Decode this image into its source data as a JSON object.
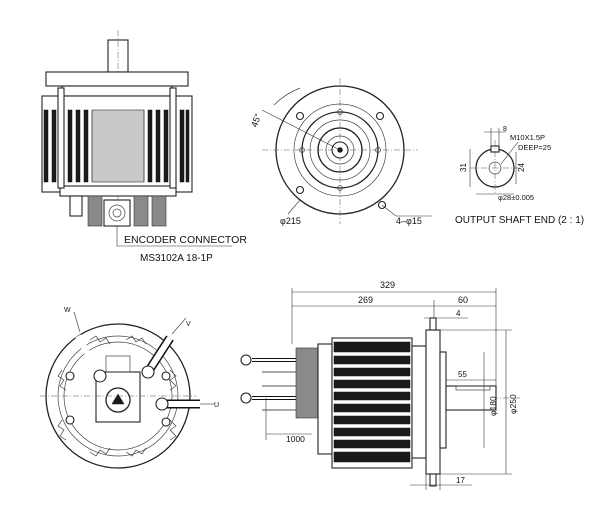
{
  "labels": {
    "encoder_connector": "ENCODER CONNECTOR",
    "connector_model": "MS3102A 18-1P",
    "output_shaft_end": "OUTPUT SHAFT END (2 : 1)",
    "thread": "M10X1.5P",
    "deep": "DEEP=25",
    "shaft_dia": "φ28±0.005",
    "key_width": "8",
    "shaft_height": "31",
    "shaft_24": "24",
    "flange_dia": "φ215",
    "holes": "4–φ15",
    "bolt_angle": "45°",
    "len_total": "329",
    "len_body": "269",
    "len_shaft": "60",
    "len_4": "4",
    "len_55": "55",
    "len_1000": "1000",
    "len_17": "17",
    "dia_180": "φ180",
    "dia_250": "φ250",
    "phase_w": "W",
    "phase_v": "V",
    "phase_u": "U"
  }
}
